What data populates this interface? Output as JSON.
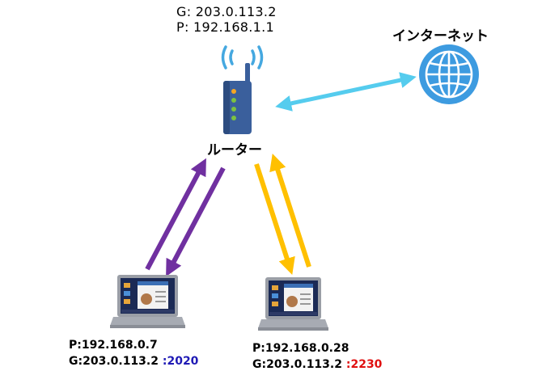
{
  "router": {
    "global_ip": "G: 203.0.113.2",
    "private_ip": "P: 192.168.1.1",
    "label": "ルーター"
  },
  "internet": {
    "label": "インターネット"
  },
  "laptop_left": {
    "private_ip": "P:192.168.0.7",
    "global_ip": "G:203.0.113.2 ",
    "port": ":2020"
  },
  "laptop_right": {
    "private_ip": "P:192.168.0.28",
    "global_ip": "G:203.0.113.2 ",
    "port": ":2230"
  },
  "colors": {
    "signal": "#45a8e0",
    "router_body": "#3a5f9c",
    "led_orange": "#f5a623",
    "led_green": "#7cc242",
    "globe": "#3d9be0",
    "arrow_internet": "#55ccee",
    "arrow_left": "#7030a0",
    "arrow_right": "#ffc000",
    "port_left": "#1f1ab5",
    "port_right": "#e01010"
  }
}
